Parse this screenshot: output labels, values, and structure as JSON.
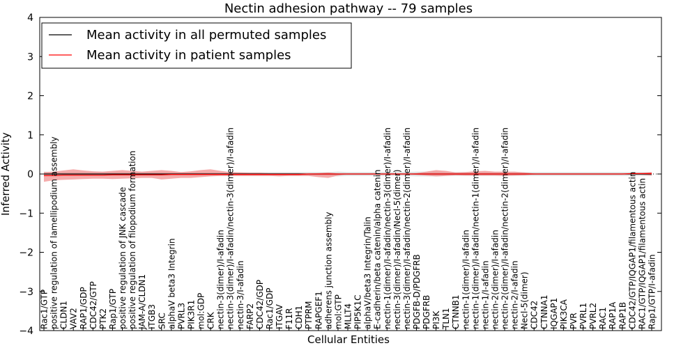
{
  "chart_data": {
    "type": "line",
    "title": "Nectin adhesion pathway -- 79 samples",
    "xlabel": "Cellular Entities",
    "ylabel": "Inferred Activity",
    "ylim": [
      -4,
      4
    ],
    "yticks": [
      -4,
      -3,
      -2,
      -1,
      0,
      1,
      2,
      3,
      4
    ],
    "grid": false,
    "legend_position": "top-left",
    "categories": [
      "Rac1/GTP",
      "positive regulation of lamellipodium assembly",
      "CLDN1",
      "VAV2",
      "RAP1/GDP",
      "CDC42/GTP",
      "PTK2",
      "Rap1/GTP",
      "positive regulation of JNK cascade",
      "positive regulation of filopodium formation",
      "JAM-A/CLDN1",
      "ITGB3",
      "SRC",
      "alphaV beta3 Integrin",
      "PVRL3",
      "PIK3R1",
      "mol:GDP",
      "CRK",
      "nectin-3(dimer)/I-afadin",
      "nectin-3(dimer)/I-afadin/nectin-3(dimer)/I-afadin",
      "nectin-3/I-afadin",
      "FARP2",
      "CDC42/GDP",
      "Rac1/GDP",
      "ITGAV",
      "F11R",
      "CDH1",
      "PTPRM",
      "RAPGEF1",
      "adherens junction assembly",
      "mol:GTP",
      "MLLT4",
      "PIP5K1C",
      "alphaV/beta3 Integrin/Talin",
      "E-cadherin/beta catenin/alpha catenin",
      "nectin-1(dimer)/I-afadin/nectin-3(dimer)/I-afadin",
      "nectin-3(dimer)/I-afadin/Necl-5(dimer)",
      "nectin-3(dimer)/I-afadin/nectin-2(dimer)/I-afadin",
      "PDGFB-D/PDGFRB",
      "PDGFRB",
      "PI3K",
      "TLN1",
      "CTNNB1",
      "nectin-1(dimer)/I-afadin",
      "nectin-1(dimer)/I-afadin/nectin-1(dimer)/I-afadin",
      "nectin-1/I-afadin",
      "nectin-2(dimer)/I-afadin",
      "nectin-2(dimer)/I-afadin/nectin-2(dimer)/I-afadin",
      "nectin-2/I-afadin",
      "Necl-5(dimer)",
      "CDC42",
      "CTNNA1",
      "IQGAP1",
      "PIK3CA",
      "PVR",
      "PVRL1",
      "PVRL2",
      "RAC1",
      "RAP1A",
      "RAP1B",
      "CDC42/GTP/IQGAP1/filamentous actin",
      "RAC1/GTP/IQGAP1/filamentous actin",
      "Rap1/GTP/I-afadin"
    ],
    "series": [
      {
        "name": "Mean activity in all permuted samples",
        "color": "#000000",
        "values": [
          0,
          0,
          0,
          0,
          0,
          0,
          0,
          0,
          0,
          0,
          0,
          0,
          0,
          0,
          0,
          0,
          0,
          0,
          0,
          0,
          0,
          0,
          0,
          0,
          0,
          0,
          0,
          0,
          0,
          0,
          0,
          0,
          0,
          0,
          0,
          0,
          0,
          0,
          0,
          0,
          0,
          0,
          0,
          0,
          0,
          0,
          0,
          0,
          0,
          0,
          0,
          0,
          0,
          0,
          0,
          0,
          0,
          0,
          0,
          0,
          0,
          0,
          0
        ]
      },
      {
        "name": "Mean activity in patient samples",
        "color": "#ff0000",
        "values": [
          -0.04,
          -0.04,
          -0.03,
          -0.03,
          -0.03,
          -0.03,
          -0.03,
          -0.02,
          -0.02,
          -0.02,
          -0.02,
          -0.02,
          -0.02,
          -0.01,
          -0.01,
          -0.01,
          -0.01,
          -0.01,
          -0.01,
          -0.01,
          -0.01,
          -0.01,
          -0.01,
          -0.01,
          -0.01,
          -0.01,
          -0.01,
          0,
          0,
          0,
          0,
          0,
          0,
          0,
          0,
          0,
          0,
          0,
          0,
          0,
          0,
          0,
          0,
          0,
          0,
          0,
          0,
          0,
          0,
          0,
          0,
          0,
          0,
          0,
          0,
          0,
          0,
          0,
          0,
          0,
          0.01,
          0.01,
          0.01
        ]
      }
    ],
    "permuted_band_halfwidth": [
      0.06,
      0.05,
      0.05,
      0.05,
      0.05,
      0.05,
      0.05,
      0.05,
      0.05,
      0.05,
      0.05,
      0.05,
      0.05,
      0.05,
      0.05,
      0.05,
      0.05,
      0.05,
      0.05,
      0.05,
      0.05,
      0.05,
      0.05,
      0.05,
      0.05,
      0.05,
      0.05,
      0.05,
      0.05,
      0.05,
      0.06,
      0.05,
      0.05,
      0.05,
      0.05,
      0.05,
      0.05,
      0.05,
      0.06,
      0.06,
      0.06,
      0.05,
      0.05,
      0.05,
      0.05,
      0.05,
      0.05,
      0.05,
      0.05,
      0.05,
      0.05,
      0.05,
      0.05,
      0.05,
      0.05,
      0.05,
      0.05,
      0.05,
      0.05,
      0.05,
      0.05,
      0.05,
      0.05
    ],
    "patient_band_upper": [
      0.05,
      0.06,
      0.09,
      0.12,
      0.09,
      0.07,
      0.06,
      0.08,
      0.1,
      0.08,
      0.06,
      0.08,
      0.1,
      0.08,
      0.05,
      0.07,
      0.1,
      0.12,
      0.08,
      0.05,
      0.04,
      0.03,
      0.03,
      0.02,
      0.02,
      0.02,
      0.02,
      0.01,
      0.02,
      0.04,
      0.01,
      0.0,
      0.0,
      0.0,
      0.0,
      0.0,
      0.0,
      0.0,
      0.02,
      0.06,
      0.1,
      0.08,
      0.04,
      0.05,
      0.07,
      0.08,
      0.06,
      0.06,
      0.06,
      0.04,
      0.01,
      0.0,
      0.0,
      0.0,
      0.0,
      0.0,
      0.0,
      0.0,
      0.0,
      0.0,
      0.01,
      0.02,
      0.05
    ],
    "patient_band_lower": [
      -0.2,
      -0.16,
      -0.15,
      -0.14,
      -0.13,
      -0.12,
      -0.12,
      -0.13,
      -0.12,
      -0.11,
      -0.1,
      -0.1,
      -0.14,
      -0.12,
      -0.1,
      -0.1,
      -0.08,
      -0.06,
      -0.05,
      -0.05,
      -0.05,
      -0.05,
      -0.05,
      -0.05,
      -0.06,
      -0.05,
      -0.05,
      -0.05,
      -0.08,
      -0.1,
      -0.04,
      0.0,
      0.0,
      0.0,
      0.0,
      0.0,
      0.0,
      0.0,
      -0.02,
      -0.04,
      -0.06,
      -0.05,
      -0.03,
      -0.04,
      -0.04,
      -0.04,
      -0.04,
      -0.05,
      -0.04,
      -0.03,
      -0.01,
      0.0,
      0.0,
      0.0,
      0.0,
      0.0,
      0.0,
      0.0,
      0.0,
      0.0,
      -0.01,
      -0.02,
      -0.04
    ]
  }
}
